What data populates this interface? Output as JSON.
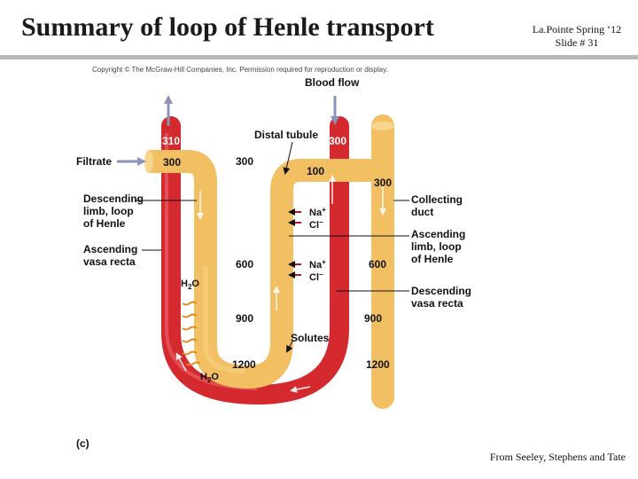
{
  "slide": {
    "title": "Summary of loop of Henle transport",
    "term": "La.Pointe Spring ‘12",
    "slide_number": "Slide # 31",
    "source": "From Seeley, Stephens and Tate"
  },
  "figure": {
    "copyright": "Copyright © The McGraw-Hill Companies, Inc. Permission required for reproduction or display.",
    "panel_label": "(c)",
    "labels": {
      "blood_flow": "Blood flow",
      "distal_tubule": "Distal tubule",
      "filtrate": "Filtrate",
      "descending_limb": [
        "Descending",
        "limb, loop",
        "of Henle"
      ],
      "ascending_vasa_recta": [
        "Ascending",
        "vasa recta"
      ],
      "collecting_duct": [
        "Collecting",
        "duct"
      ],
      "ascending_limb": [
        "Ascending",
        "limb, loop",
        "of Henle"
      ],
      "descending_vasa_recta": [
        "Descending",
        "vasa recta"
      ],
      "solutes": "Solutes",
      "h2o": "H",
      "h2o_sub": "2",
      "h2o_o": "O",
      "na": "Na",
      "na_sup": "+",
      "cl": "Cl",
      "cl_sup": "−"
    },
    "values": {
      "vessel_top_left": "310",
      "vessel_top_right": "300",
      "filtrate_in": "300",
      "interstitium_300": "300",
      "distal_100": "100",
      "duct_300": "300",
      "interstitium_600": "600",
      "duct_600": "600",
      "interstitium_900": "900",
      "duct_900": "900",
      "interstitium_1200": "1200",
      "duct_1200": "1200"
    },
    "colors": {
      "blood": "#d42a2f",
      "tubule": "#f2bf62",
      "text": "#111111",
      "arrow": "#8b93b8"
    }
  }
}
